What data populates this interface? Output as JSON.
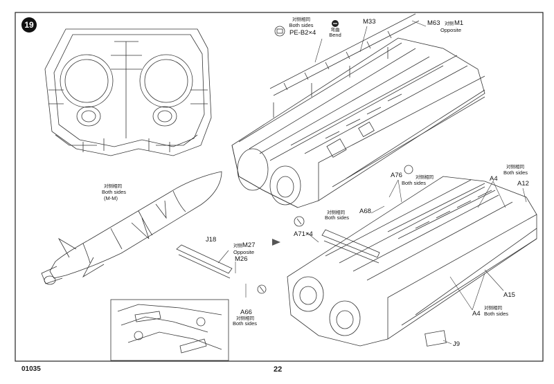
{
  "step_number": "19",
  "page_code": "01035",
  "page_number": "22",
  "callouts": {
    "pe_both_cn": "对侧相同",
    "pe_both_en": "Both sides",
    "pe_part": "PE-B2×4",
    "bend_cn": "弯曲",
    "bend_en": "Bend",
    "m33": "M33",
    "m63": "M63",
    "m1_cn": "对侧",
    "m1": "M1",
    "m1_en": "Opposite",
    "mm_cn": "对侧相同",
    "mm_en": "Both sides",
    "mm_part": "(M-M)",
    "j18": "J18",
    "m27_cn": "对侧",
    "m27": "M27",
    "m27_en": "Opposite",
    "m26": "M26",
    "a66": "A66",
    "a66_cn": "对侧相同",
    "a66_en": "Both sides",
    "a71": "A71×4",
    "a76": "A76",
    "a76_cn": "对侧相同",
    "a76_en": "Both sides",
    "a68": "A68",
    "a68_cn": "对侧相同",
    "a68_en": "Both sides",
    "a4_top": "A4",
    "a4_top_cn": "对侧相同",
    "a4_top_en": "Both sides",
    "a12": "A12",
    "a15": "A15",
    "a4_bot": "A4",
    "a4_bot_cn": "对侧相同",
    "a4_bot_en": "Both sides",
    "j9": "J9"
  }
}
